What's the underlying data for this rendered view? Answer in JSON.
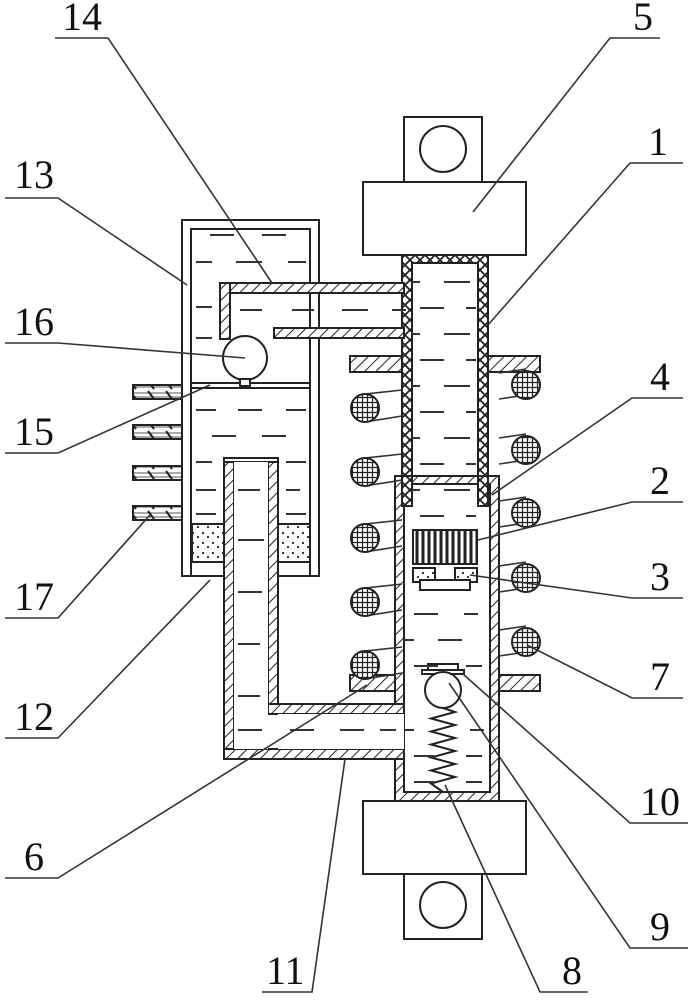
{
  "figure": {
    "type": "patent mechanical cross-section drawing",
    "subject": "shock absorber assembly with hydraulic reservoir"
  },
  "labels": [
    {
      "id": "1",
      "text": "1"
    },
    {
      "id": "2",
      "text": "2"
    },
    {
      "id": "3",
      "text": "3"
    },
    {
      "id": "4",
      "text": "4"
    },
    {
      "id": "5",
      "text": "5"
    },
    {
      "id": "6",
      "text": "6"
    },
    {
      "id": "7",
      "text": "7"
    },
    {
      "id": "8",
      "text": "8"
    },
    {
      "id": "9",
      "text": "9"
    },
    {
      "id": "10",
      "text": "10"
    },
    {
      "id": "11",
      "text": "11"
    },
    {
      "id": "12",
      "text": "12"
    },
    {
      "id": "13",
      "text": "13"
    },
    {
      "id": "14",
      "text": "14"
    },
    {
      "id": "15",
      "text": "15"
    },
    {
      "id": "16",
      "text": "16"
    },
    {
      "id": "17",
      "text": "17"
    }
  ],
  "colors": {
    "line": "#222222",
    "background": "#ffffff"
  }
}
